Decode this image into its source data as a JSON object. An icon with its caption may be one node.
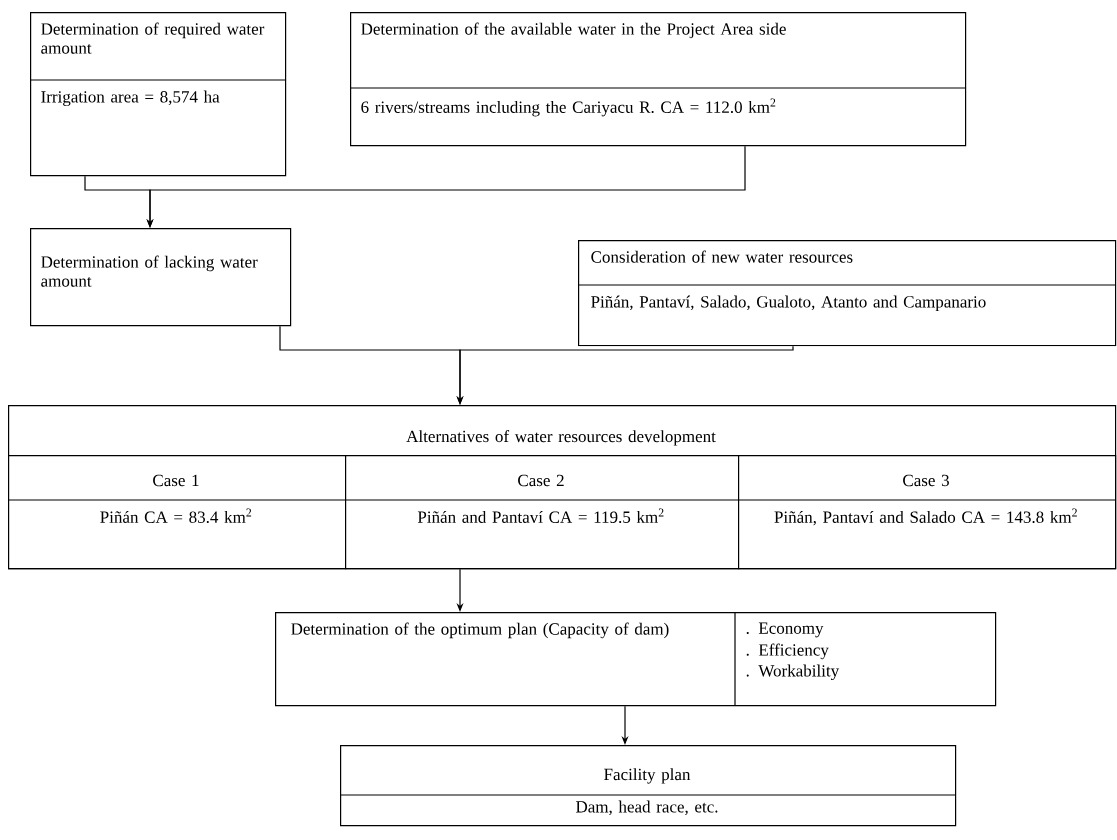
{
  "diagram": {
    "nodes": [
      {
        "text": [
          "Determination of required water amount",
          "Irrigation area = 8,574 ha"
        ]
      },
      {
        "text": [
          "Determination of the available water in the Project Area side",
          "6 rivers/streams including the Cariyacu R. CA = 112.0 km$^{2}$"
        ]
      },
      {
        "text": [
          "Determination of lacking water amount"
        ]
      },
      {
        "text": [
          "Consideration of new water resources",
          "Piñán, Pantaví, Salado, Gualoto, Atanto and Campanario"
        ]
      },
      {
        "text": [
          "Alternatives of water resources development"
        ]
      },
      {
        "text": [
          "Case 1",
          "Piñán CA = 83.4 km$^{2}$"
        ],
        "in": 4
      },
      {
        "text": [
          "Case 2",
          "Piñán and Pantaví CA = 119.5 km$^{2}$"
        ],
        "in": 4
      },
      {
        "text": [
          "Case 3",
          "Piñán, Pantaví and Salado CA = 143.8 km$^{2}$"
        ],
        "in": 4
      },
      {
        "text": [
          "Determination of the optimum plan (Capacity of dam)",
          ". Economy",
          ". Efficiency",
          ". Workability"
        ]
      },
      {
        "text": [
          "Facility plan",
          "Dam, head race, etc."
        ]
      }
    ],
    "edges": [
      {
        "from": 0,
        "to": 2,
        "arrow": "to"
      },
      {
        "from": 1,
        "to": 2,
        "arrow": "to"
      },
      {
        "from": 2,
        "to": 4,
        "arrow": "to"
      },
      {
        "from": 3,
        "to": 4,
        "arrow": "to"
      },
      {
        "from": 6,
        "to": 8,
        "arrow": "to"
      },
      {
        "from": 8,
        "to": 9,
        "arrow": "to"
      }
    ]
  }
}
